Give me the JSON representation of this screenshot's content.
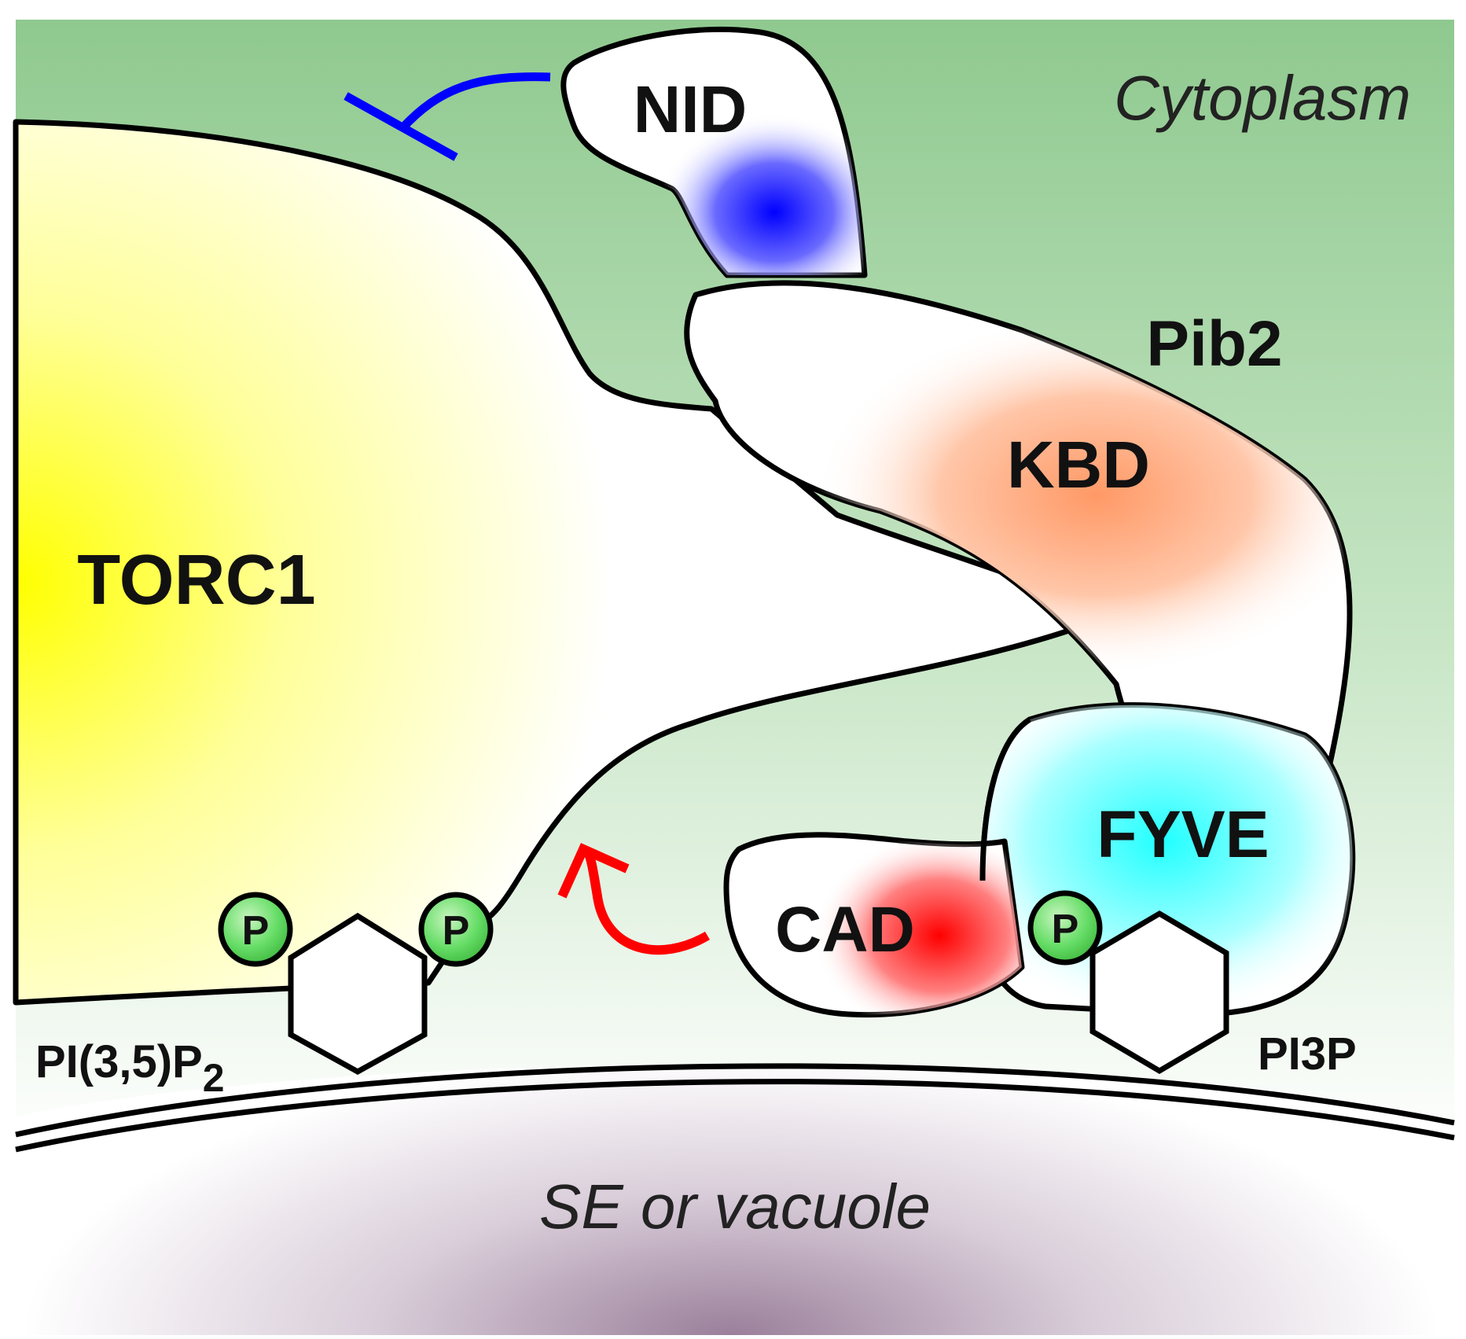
{
  "labels": {
    "cytoplasm": "Cytoplasm",
    "compartment": "SE or vacuole",
    "torc1": "TORC1",
    "pib2": "Pib2",
    "nid": "NID",
    "kbd": "KBD",
    "fyve": "FYVE",
    "cad": "CAD",
    "phosphate": "P",
    "pi35p2_main": "PI(3,5)P",
    "pi35p2_sub": "2",
    "pi3p": "PI3P"
  },
  "colors": {
    "cytoplasm": "#8fc98f",
    "torc1": "#ffff00",
    "nid": "#0000ff",
    "kbd": "#ff9966",
    "fyve": "#22ffff",
    "cad": "#ff0000",
    "phosphate": "#66dd66",
    "inhibition_arrow": "#0000ff",
    "activation_arrow": "#ff0000",
    "vacuole": "#9a7f9a"
  },
  "icons": {
    "inhibition": "t-bar-inhibition-arrow",
    "activation": "curved-activation-arrow",
    "inositol_ring": "hexagon-inositol-ring"
  }
}
